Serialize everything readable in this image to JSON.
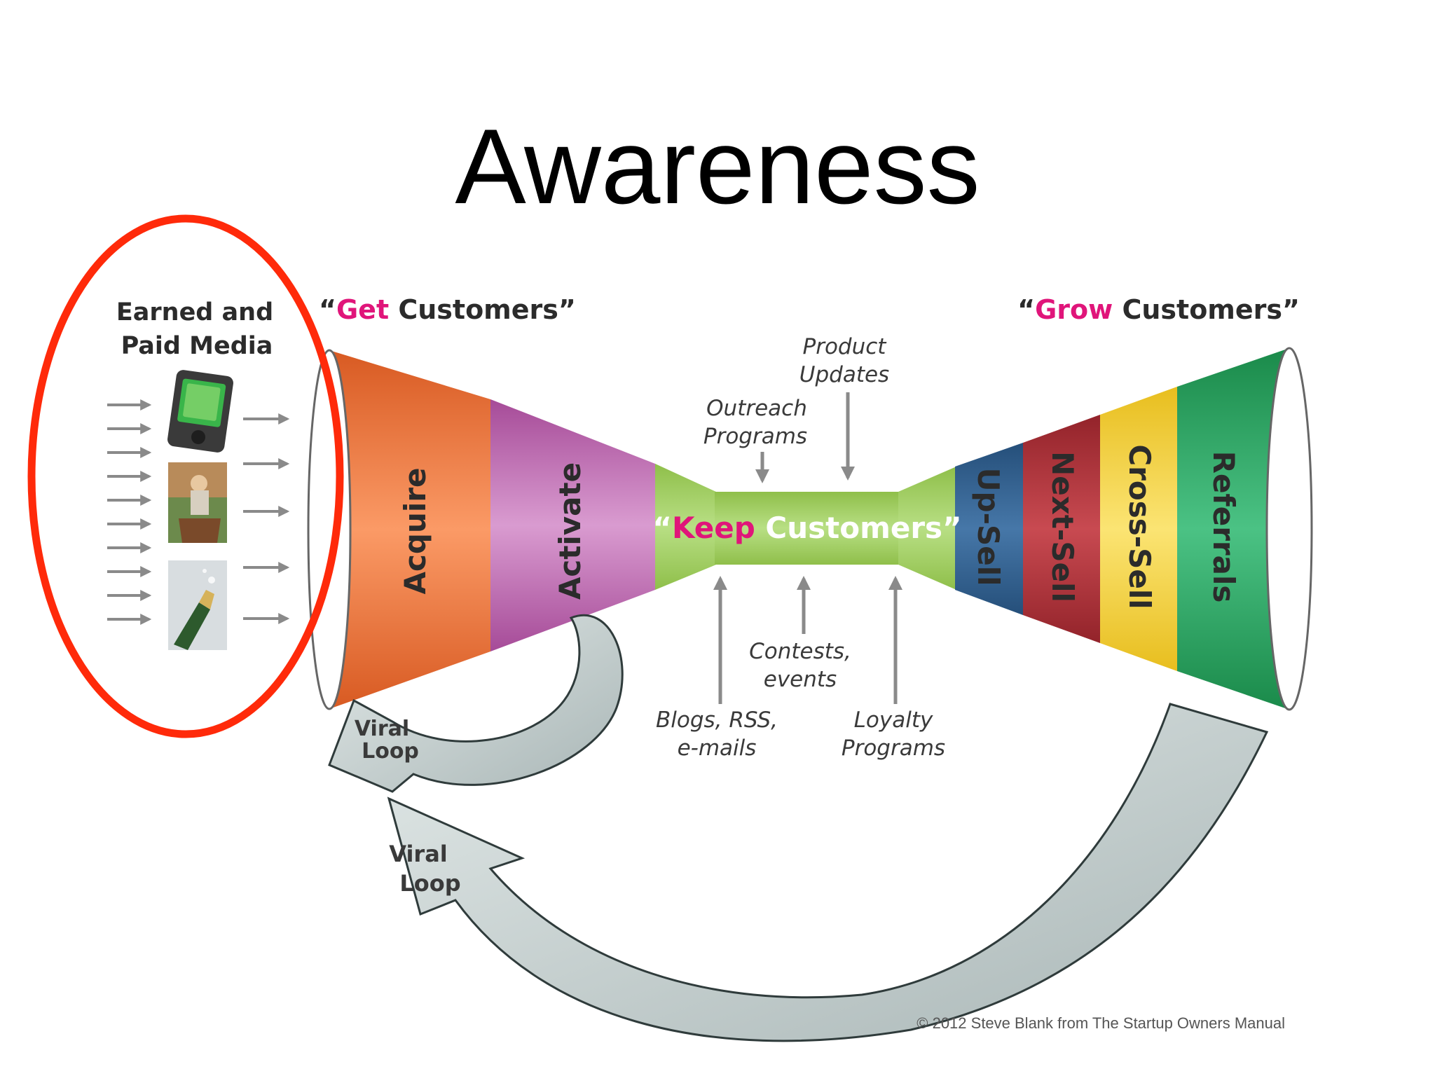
{
  "title": "Awareness",
  "media": {
    "line1": "Earned and",
    "line2": "Paid Media"
  },
  "get_customers": {
    "quote_open": "“",
    "accent": "Get",
    "rest": " Customers”"
  },
  "grow_customers": {
    "quote_open": "“",
    "accent": "Grow",
    "rest": " Customers”"
  },
  "keep_customers": {
    "quote_open": "“",
    "accent": "Keep",
    "rest": " Customers”"
  },
  "stages": {
    "acquire": "Acquire",
    "activate": "Activate",
    "up_sell": "Up-Sell",
    "next_sell": "Next-Sell",
    "cross_sell": "Cross-Sell",
    "referrals": "Referrals"
  },
  "inputs": {
    "product_updates": [
      "Product",
      "Updates"
    ],
    "outreach_programs": [
      "Outreach",
      "Programs"
    ],
    "contests_events": [
      "Contests,",
      "events"
    ],
    "blogs": [
      "Blogs, RSS,",
      "e-mails"
    ],
    "loyalty": [
      "Loyalty",
      "Programs"
    ]
  },
  "viral_loop_small": [
    "Viral",
    "Loop"
  ],
  "viral_loop_large": [
    "Viral",
    "Loop"
  ],
  "copyright": "© 2012 Steve Blank from The Startup Owners Manual",
  "colors": {
    "acquire": "#f07a45",
    "activate": "#c76bb8",
    "keep": "#a6d06a",
    "up_sell": "#2f5f8f",
    "next_sell": "#b5333a",
    "cross_sell": "#f5d23d",
    "referrals": "#2ea562",
    "accent_magenta": "#e0157a",
    "highlight_ring": "#ff2a0a",
    "arrow_fill": "#bdc8c8"
  },
  "icons": [
    "tablet-icon",
    "cowboy-photo-icon",
    "champagne-photo-icon"
  ]
}
